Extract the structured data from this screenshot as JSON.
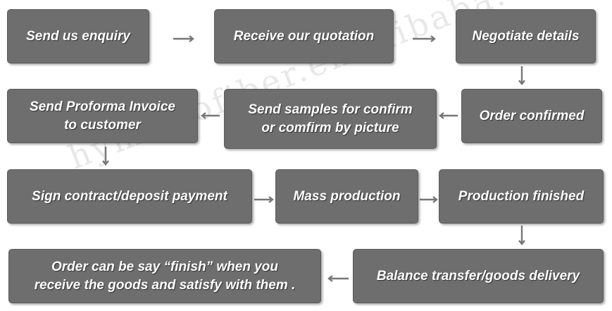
{
  "steps": {
    "s1": "Send us enquiry",
    "s2": "Receive our quotation",
    "s3": "Negotiate details",
    "s4": "Order confirmed",
    "s5": "Send samples for confirm\nor comfirm by picture",
    "s6": "Send Proforma Invoice\nto customer",
    "s7": "Sign contract/deposit payment",
    "s8": "Mass production",
    "s9": "Production finished",
    "s10": "Balance transfer/goods delivery",
    "s11": "Order can be say “finish” when you\nreceive the goods and satisfy with them ."
  },
  "watermark": "hymicrofiber.en.alibaba.com",
  "colors": {
    "box": "#6e6e6e",
    "arrow": "#777777",
    "text": "#ffffff"
  }
}
